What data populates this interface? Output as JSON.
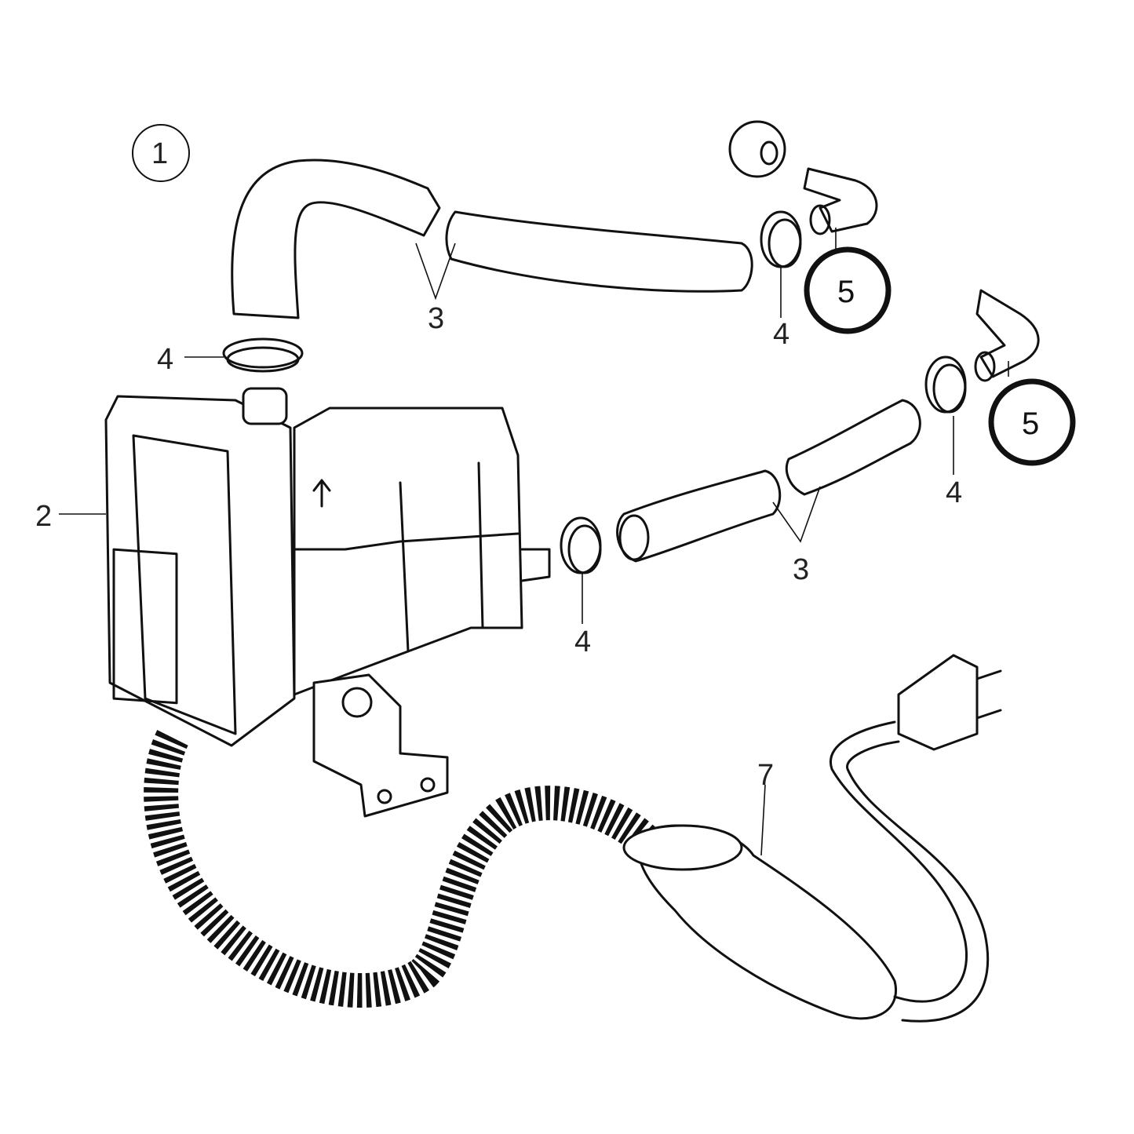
{
  "diagram": {
    "callouts": {
      "main": "1",
      "heater_unit": "2",
      "hose_upper": "3",
      "hose_lower": "3",
      "clamp_top_left": "4",
      "clamp_upper_right": "4",
      "clamp_lower_right": "4",
      "clamp_center": "4",
      "elbow_upper": "5",
      "elbow_lower": "5",
      "cable": "7"
    },
    "colors": {
      "line": "#111111",
      "background": "#ffffff"
    }
  }
}
